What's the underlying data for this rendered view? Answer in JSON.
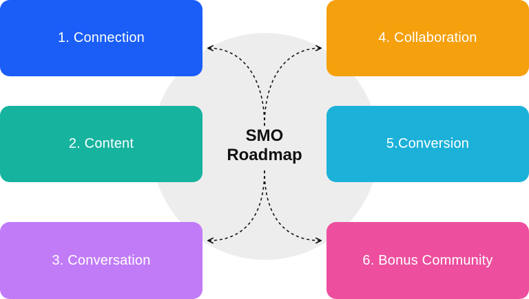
{
  "diagram": {
    "title_lines": [
      "SMO",
      "Roadmap"
    ],
    "items": [
      {
        "label": "1. Connection",
        "color": "#1a5ef7",
        "side": "left"
      },
      {
        "label": "2. Content",
        "color": "#16b39f",
        "side": "left"
      },
      {
        "label": "3. Conversation",
        "color": "#c17bf7",
        "side": "left"
      },
      {
        "label": "4. Collaboration",
        "color": "#f5a00d",
        "side": "right"
      },
      {
        "label": "5.Conversion",
        "color": "#1cb1d9",
        "side": "right"
      },
      {
        "label": "6. Bonus Community",
        "color": "#ed4f9e",
        "side": "right"
      }
    ],
    "hub_color": "#ededed",
    "connector_color": "#111111"
  }
}
